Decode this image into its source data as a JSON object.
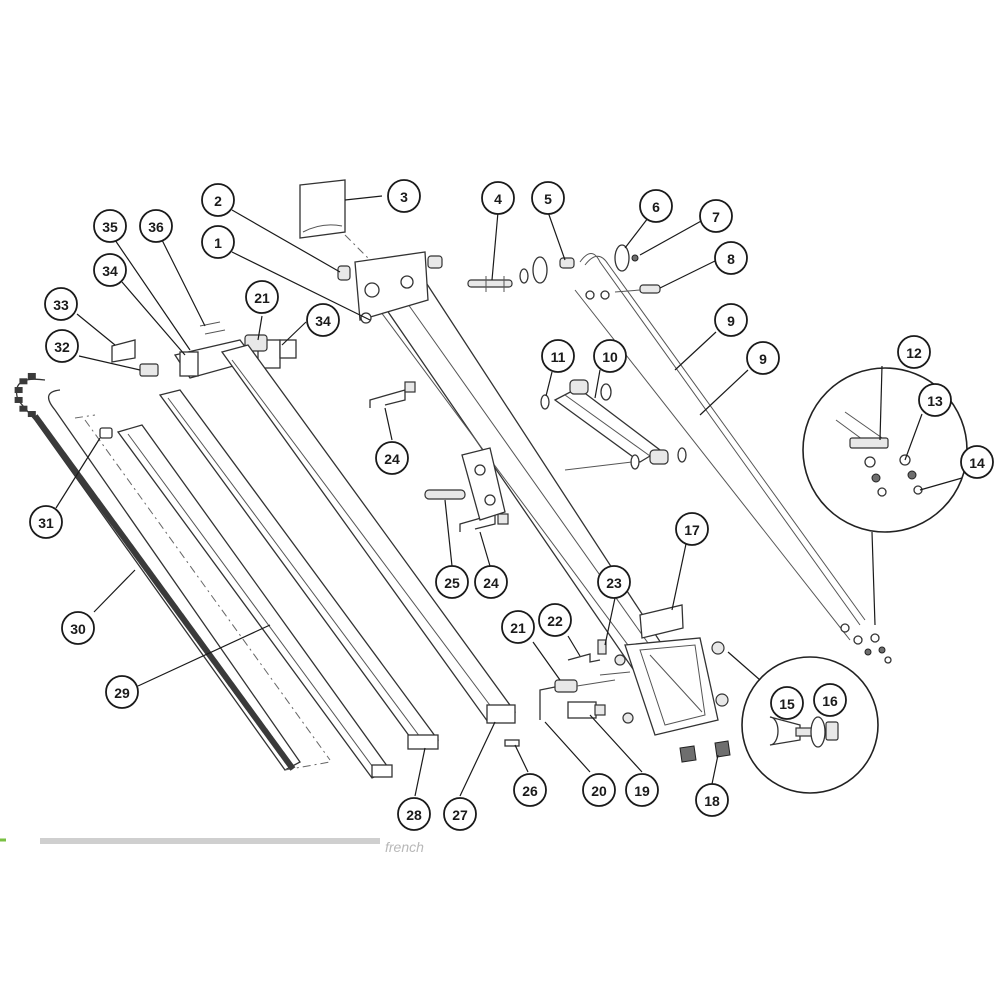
{
  "callouts": [
    {
      "id": "c1",
      "label": "1"
    },
    {
      "id": "c2",
      "label": "2"
    },
    {
      "id": "c3",
      "label": "3"
    },
    {
      "id": "c4",
      "label": "4"
    },
    {
      "id": "c5",
      "label": "5"
    },
    {
      "id": "c6",
      "label": "6"
    },
    {
      "id": "c7",
      "label": "7"
    },
    {
      "id": "c8",
      "label": "8"
    },
    {
      "id": "c9a",
      "label": "9"
    },
    {
      "id": "c9b",
      "label": "9"
    },
    {
      "id": "c10",
      "label": "10"
    },
    {
      "id": "c11",
      "label": "11"
    },
    {
      "id": "c12",
      "label": "12"
    },
    {
      "id": "c13",
      "label": "13"
    },
    {
      "id": "c14",
      "label": "14"
    },
    {
      "id": "c15",
      "label": "15"
    },
    {
      "id": "c16",
      "label": "16"
    },
    {
      "id": "c17",
      "label": "17"
    },
    {
      "id": "c18",
      "label": "18"
    },
    {
      "id": "c19",
      "label": "19"
    },
    {
      "id": "c20",
      "label": "20"
    },
    {
      "id": "c21a",
      "label": "21"
    },
    {
      "id": "c21b",
      "label": "21"
    },
    {
      "id": "c22",
      "label": "22"
    },
    {
      "id": "c23",
      "label": "23"
    },
    {
      "id": "c24a",
      "label": "24"
    },
    {
      "id": "c24b",
      "label": "24"
    },
    {
      "id": "c25",
      "label": "25"
    },
    {
      "id": "c26",
      "label": "26"
    },
    {
      "id": "c27",
      "label": "27"
    },
    {
      "id": "c28",
      "label": "28"
    },
    {
      "id": "c29",
      "label": "29"
    },
    {
      "id": "c30",
      "label": "30"
    },
    {
      "id": "c31",
      "label": "31"
    },
    {
      "id": "c32",
      "label": "32"
    },
    {
      "id": "c33",
      "label": "33"
    },
    {
      "id": "c34a",
      "label": "34"
    },
    {
      "id": "c34b",
      "label": "34"
    },
    {
      "id": "c35",
      "label": "35"
    },
    {
      "id": "c36",
      "label": "36"
    }
  ],
  "footer": {
    "text": "french"
  },
  "colors": {
    "line": "#1a1a1a",
    "background": "#ffffff",
    "footer_strip": "#cfcfcf"
  }
}
